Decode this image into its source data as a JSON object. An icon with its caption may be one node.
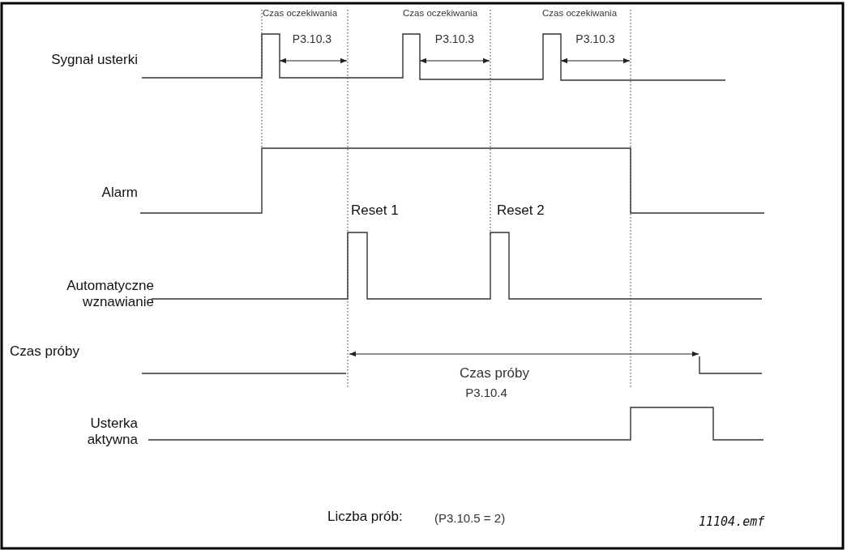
{
  "diagram": {
    "labels": [
      "Czas oczekiwania",
      "P3.10.3",
      "Czas oczekiwania",
      "P3.10.3",
      "Czas oczekiwania",
      "P3.10.3",
      "Sygnał usterki",
      "Alarm",
      "Reset 1",
      "Reset 2",
      "Automatyczne wznawianie",
      "Czas próby",
      "Czas próby",
      "P3.10.4",
      "Usterka aktywna",
      "Liczba prób:",
      "(P3.10.5 = 2)",
      "11104.emf"
    ]
  }
}
